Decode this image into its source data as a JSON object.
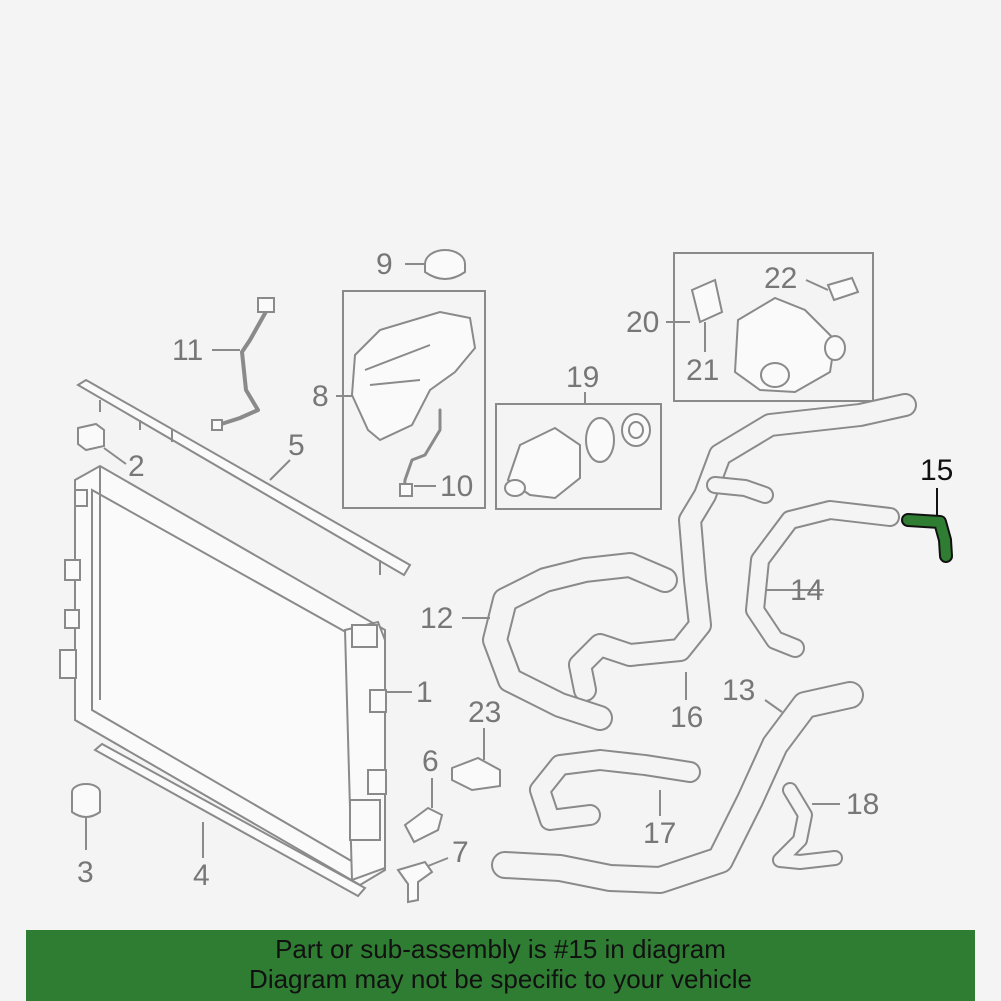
{
  "diagram": {
    "callouts": {
      "c1": "1",
      "c2": "2",
      "c3": "3",
      "c4": "4",
      "c5": "5",
      "c6": "6",
      "c7": "7",
      "c8": "8",
      "c9": "9",
      "c10": "10",
      "c11": "11",
      "c12": "12",
      "c13": "13",
      "c14": "14",
      "c15": "15",
      "c16": "16",
      "c17": "17",
      "c18": "18",
      "c19": "19",
      "c20": "20",
      "c21": "21",
      "c22": "22",
      "c23": "23"
    },
    "highlighted_part": "15",
    "highlight_color": "#2e7d32",
    "line_color": "#8a8a8a"
  },
  "footer": {
    "line1": "Part or sub-assembly is #15 in diagram",
    "line2": "Diagram may not be specific to your vehicle",
    "background_color": "#2e7d32"
  }
}
